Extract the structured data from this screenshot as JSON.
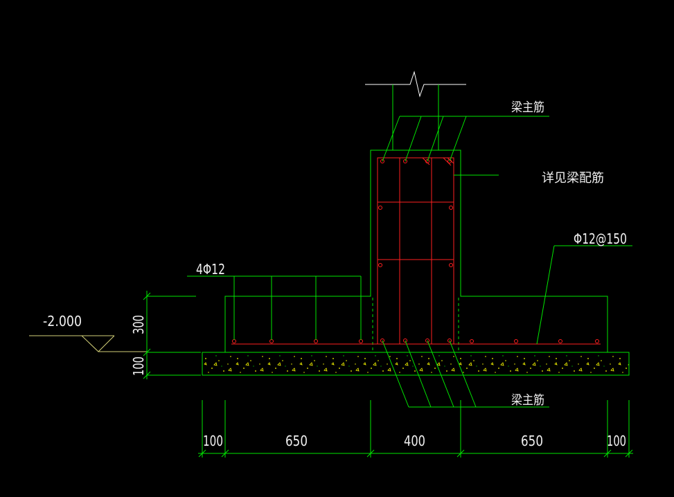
{
  "labels": {
    "top_main_rebar": "梁主筋",
    "beam_detail_note": "详见梁配筋",
    "distribution_rebar": "Φ12@150",
    "slab_rebar": "4Φ12",
    "bottom_main_rebar": "梁主筋"
  },
  "elevation": {
    "value": "-2.000"
  },
  "dimensions": {
    "vertical": [
      "300",
      "100"
    ],
    "horizontal": [
      "100",
      "650",
      "400",
      "650",
      "100"
    ]
  },
  "colors": {
    "background": "#000000",
    "outline": "#00e600",
    "rebar": "#ff2020",
    "text": "#f0f0f0",
    "break_line": "#ffffff",
    "elevation_mark": "#d2cf78",
    "concrete_fill": "#ffff00"
  }
}
